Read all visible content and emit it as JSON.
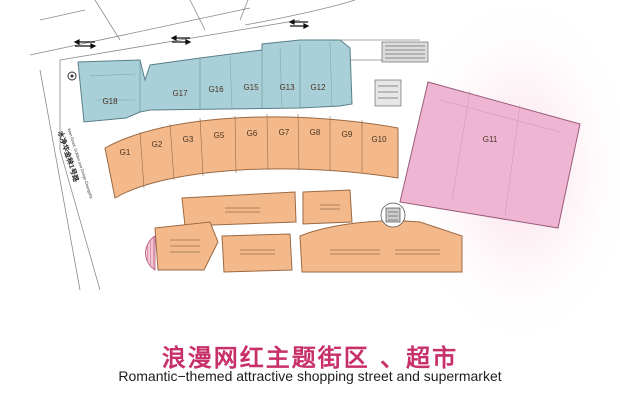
{
  "map": {
    "units_blue": [
      "G18",
      "G17",
      "G16",
      "G15",
      "G13",
      "G12"
    ],
    "units_orange": [
      "G1",
      "G2",
      "G3",
      "G5",
      "G6",
      "G7",
      "G8",
      "G9",
      "G10"
    ],
    "unit_pink": "G11",
    "road_label_zh": "水净华金秣1号路",
    "road_label_en": "Wan Road, Golden sea Dongs Changsha"
  },
  "caption": {
    "title_zh": "浪漫网红主题街区 、超市",
    "title_en": "Romantic−themed attractive shopping street and supermarket"
  },
  "colors": {
    "blue_fill": "#a9d0d8",
    "orange_fill": "#f3b98a",
    "pink_fill": "#efb6d4",
    "accent_title": "#c8306a"
  }
}
